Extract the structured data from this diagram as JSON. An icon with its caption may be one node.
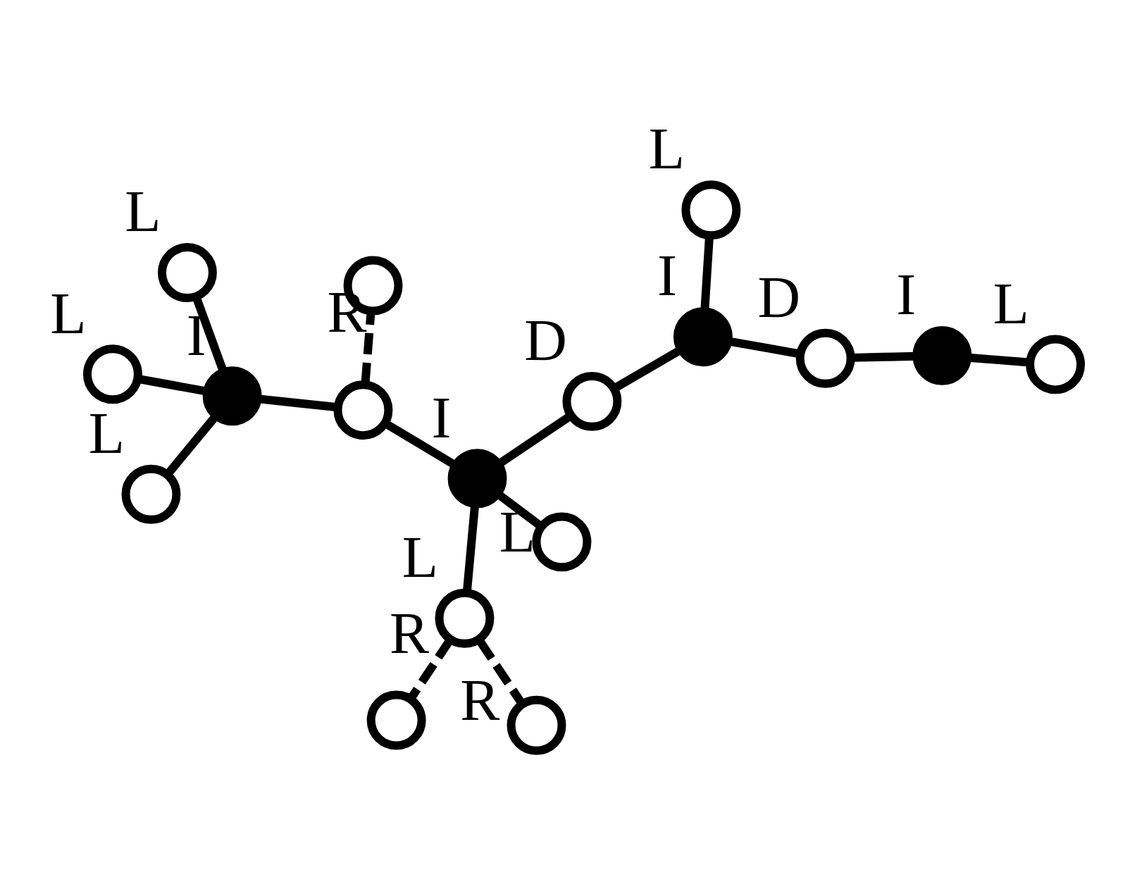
{
  "diagram": {
    "nodes": [
      {
        "text": [],
        "shape": "dot",
        "beside": [
          "I"
        ]
      },
      {
        "text": [],
        "shape": "circle",
        "beside": [
          "L"
        ]
      },
      {
        "text": [],
        "shape": "circle",
        "beside": [
          "L"
        ]
      },
      {
        "text": [],
        "shape": "circle",
        "beside": [
          "L"
        ]
      },
      {
        "text": [],
        "shape": "circle"
      },
      {
        "text": [],
        "shape": "circle"
      },
      {
        "text": [],
        "shape": "dot",
        "beside": [
          "I"
        ]
      },
      {
        "text": [],
        "shape": "circle",
        "beside": [
          "L"
        ]
      },
      {
        "text": [],
        "shape": "circle",
        "beside": [
          "L"
        ]
      },
      {
        "text": [],
        "shape": "circle"
      },
      {
        "text": [],
        "shape": "circle"
      },
      {
        "text": [],
        "shape": "circle",
        "beside": [
          "D"
        ]
      },
      {
        "text": [],
        "shape": "dot",
        "beside": [
          "I"
        ]
      },
      {
        "text": [],
        "shape": "circle",
        "beside": [
          "L"
        ]
      },
      {
        "text": [],
        "shape": "circle",
        "beside": [
          "D"
        ]
      },
      {
        "text": [],
        "shape": "dot",
        "beside": [
          "I"
        ]
      },
      {
        "text": [],
        "shape": "circle",
        "beside": [
          "L"
        ]
      }
    ],
    "edges": [
      {
        "from": 0,
        "to": 1,
        "arrow": "none"
      },
      {
        "from": 0,
        "to": 2,
        "arrow": "none"
      },
      {
        "from": 0,
        "to": 3,
        "arrow": "none"
      },
      {
        "from": 0,
        "to": 4,
        "arrow": "none"
      },
      {
        "from": 4,
        "to": 5,
        "arrow": "none",
        "style": "dashed",
        "label": "R"
      },
      {
        "from": 4,
        "to": 6,
        "arrow": "none"
      },
      {
        "from": 6,
        "to": 7,
        "arrow": "none"
      },
      {
        "from": 6,
        "to": 8,
        "arrow": "none"
      },
      {
        "from": 8,
        "to": 9,
        "arrow": "none",
        "style": "dashed",
        "label": "R"
      },
      {
        "from": 8,
        "to": 10,
        "arrow": "none",
        "style": "dashed",
        "label": "R"
      },
      {
        "from": 6,
        "to": 11,
        "arrow": "none"
      },
      {
        "from": 11,
        "to": 12,
        "arrow": "none"
      },
      {
        "from": 12,
        "to": 13,
        "arrow": "none"
      },
      {
        "from": 12,
        "to": 14,
        "arrow": "none"
      },
      {
        "from": 14,
        "to": 15,
        "arrow": "none"
      },
      {
        "from": 15,
        "to": 16,
        "arrow": "none"
      }
    ]
  }
}
